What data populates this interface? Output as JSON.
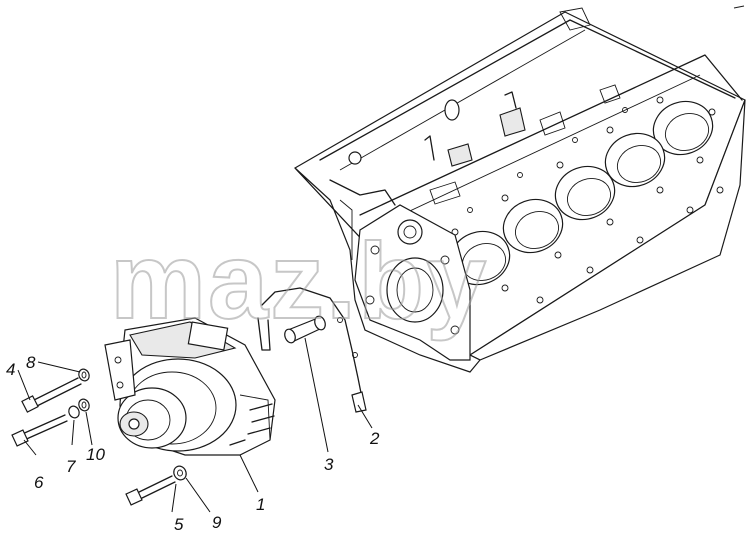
{
  "watermark": "maz.by",
  "callouts": [
    {
      "id": "1",
      "label": "1"
    },
    {
      "id": "2",
      "label": "2"
    },
    {
      "id": "3",
      "label": "3"
    },
    {
      "id": "4",
      "label": "4"
    },
    {
      "id": "5",
      "label": "5"
    },
    {
      "id": "6",
      "label": "6"
    },
    {
      "id": "7",
      "label": "7"
    },
    {
      "id": "8",
      "label": "8"
    },
    {
      "id": "9",
      "label": "9"
    },
    {
      "id": "10",
      "label": "10"
    }
  ],
  "colors": {
    "ink": "#1a1a1a",
    "watermark": "#9a9a9a",
    "background": "#ffffff"
  }
}
